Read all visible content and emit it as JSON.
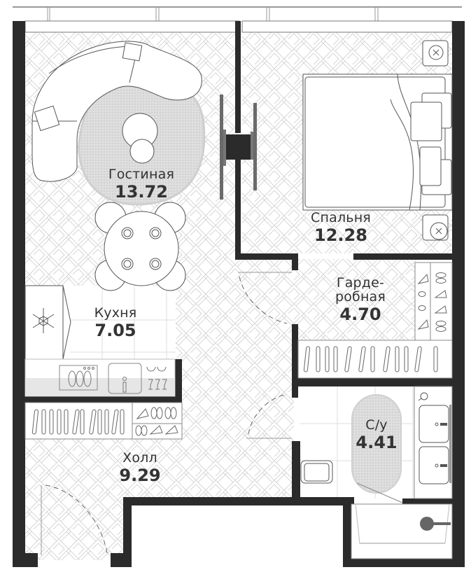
{
  "plan": {
    "type": "apartment floor plan",
    "colors": {
      "wall": "#2b2b2b",
      "floor_pattern_line": "#d9d9d9",
      "furniture_line": "#555555",
      "rug": "#d4d4d4",
      "tile_grid": "#e3e3e3",
      "text": "#333333"
    },
    "rooms": [
      {
        "id": "living",
        "name": "Гостиная",
        "area": "13.72"
      },
      {
        "id": "bedroom",
        "name": "Спальня",
        "area": "12.28"
      },
      {
        "id": "wardrobe",
        "name_line1": "Гарде-",
        "name_line2": "робная",
        "area": "4.70"
      },
      {
        "id": "kitchen",
        "name": "Кухня",
        "area": "7.05"
      },
      {
        "id": "bathroom",
        "name": "С/у",
        "area": "4.41"
      },
      {
        "id": "hall",
        "name": "Холл",
        "area": "9.29"
      }
    ],
    "icons": {
      "fridge": "snowflake-icon",
      "stove": "stove-icon",
      "sink": "sink-icon",
      "glasses": "glasses-icon",
      "tv": "tv-icon",
      "bed": "bed-icon",
      "sofa": "sofa-icon",
      "table": "dining-table-icon",
      "toilet": "toilet-icon",
      "shower": "shower-icon",
      "washbasin": "washbasin-icon"
    }
  }
}
